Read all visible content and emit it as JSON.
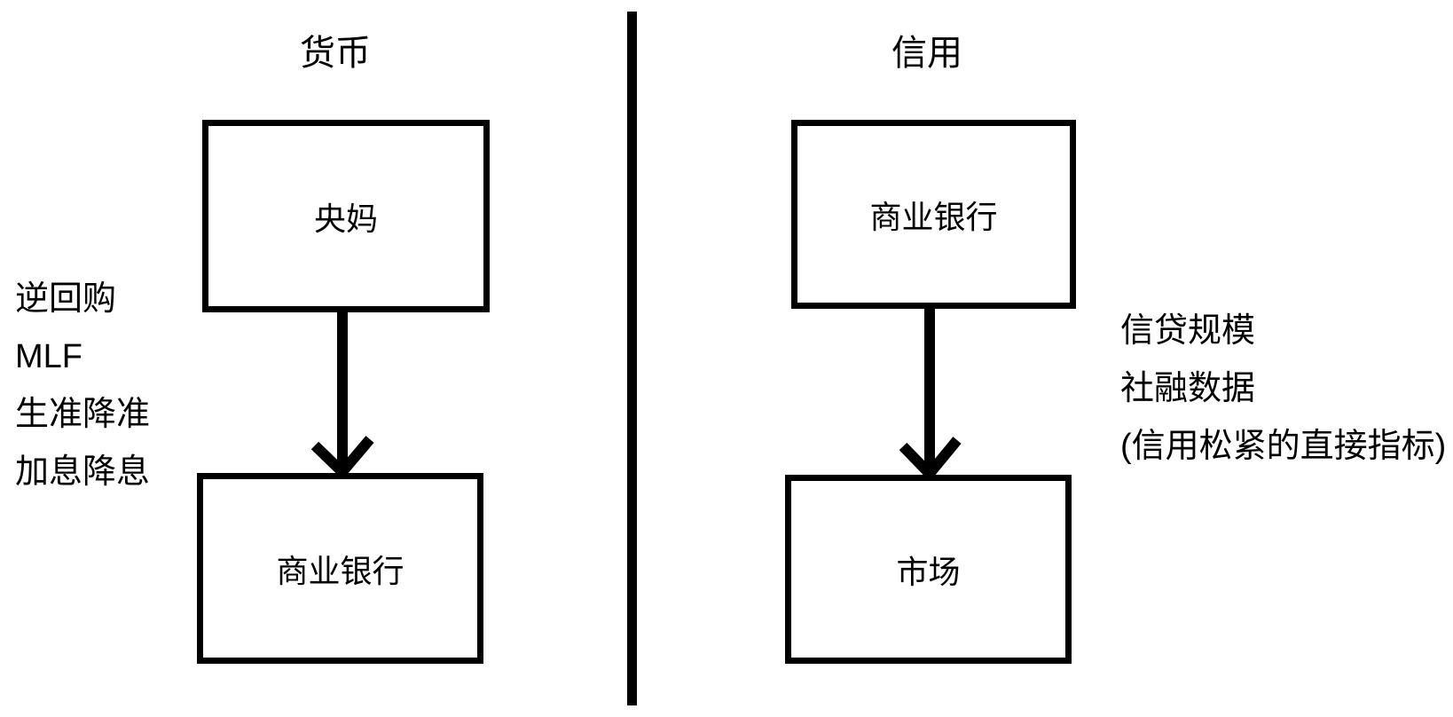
{
  "page": {
    "background_color": "#ffffff",
    "ink_color": "#000000"
  },
  "diagram": {
    "left_panel": {
      "title": "货币",
      "top_node": "央妈",
      "bottom_node": "商业银行",
      "side_labels": [
        "逆回购",
        "MLF",
        "生准降准",
        "加息降息"
      ]
    },
    "right_panel": {
      "title": "信用",
      "top_node": "商业银行",
      "bottom_node": "市场",
      "side_labels": [
        "信贷规模",
        "社融数据",
        "(信用松紧的直接指标)"
      ]
    }
  }
}
